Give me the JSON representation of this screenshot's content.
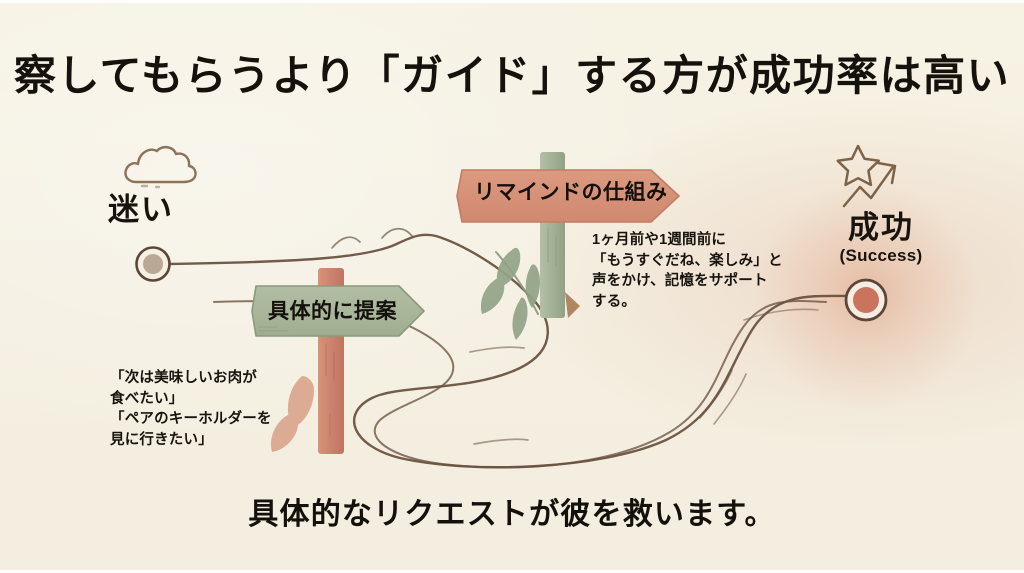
{
  "slide": {
    "title": "察してもらうより「ガイド」する方が成功率は高い",
    "caption": "具体的なリクエストが彼を救います。",
    "background_color": "#f5f1e2",
    "ink_color": "#6b513f"
  },
  "journey": {
    "start": {
      "label": "迷い",
      "icon": "cloud-icon",
      "node_fill": "#b9a894",
      "node_ring": "#5d4636"
    },
    "end": {
      "label": "成功",
      "sublabel": "(Success)",
      "icon": "star-growth-arrow-icon",
      "node_fill": "#c9755d",
      "node_ring": "#5d4636",
      "glow_color": "#d68c6e"
    }
  },
  "signposts": [
    {
      "id": "sign-green",
      "label": "具体的に提案",
      "sign_color": "#a9b69b",
      "sign_border": "#8a9a7c",
      "post_color": "#cd8470",
      "post_shade": "#b8705d",
      "leaf_color": "#d9a68d",
      "direction": "right"
    },
    {
      "id": "sign-salmon",
      "label": "リマインドの仕組み",
      "sign_color": "#d79279",
      "sign_border": "#c27d63",
      "post_color": "#a8b79c",
      "post_shade": "#93a487",
      "leaf_color": "#93a487",
      "direction": "right"
    }
  ],
  "annotations": {
    "left": "「次は美味しいお肉が\n食べたい」\n「ペアのキーホルダーを\n見に行きたい」",
    "right": "1ヶ月前や1週間前に\n「もうすぐだね、楽しみ」と\n声をかけ、記憶をサポート\nする。"
  }
}
